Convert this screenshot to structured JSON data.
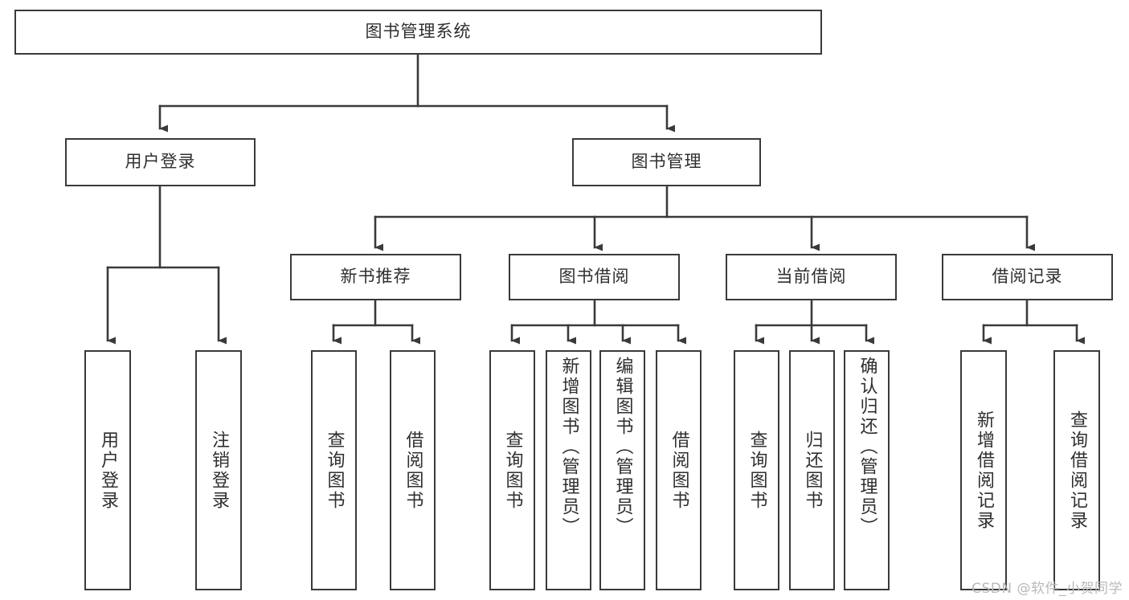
{
  "diagram": {
    "title": "图书管理系统",
    "type": "tree",
    "stroke_color": "#3a3a3a",
    "text_color": "#2f2f2f",
    "background_color": "#ffffff",
    "watermark": "CSDN @软件_小贺同学",
    "nodes": {
      "root": {
        "label": "图书管理系统"
      },
      "level2": [
        {
          "label": "用户登录"
        },
        {
          "label": "图书管理"
        }
      ],
      "level3": [
        {
          "label": "新书推荐"
        },
        {
          "label": "图书借阅"
        },
        {
          "label": "当前借阅"
        },
        {
          "label": "借阅记录"
        }
      ],
      "leaves_user_login": [
        {
          "label": "用户登录"
        },
        {
          "label": "注销登录"
        }
      ],
      "leaves_new_book": [
        {
          "label": "查询图书"
        },
        {
          "label": "借阅图书"
        }
      ],
      "leaves_borrow": [
        {
          "label": "查询图书"
        },
        {
          "label": "新增图书（管理员）"
        },
        {
          "label": "编辑图书（管理员）"
        },
        {
          "label": "借阅图书"
        }
      ],
      "leaves_current": [
        {
          "label": "查询图书"
        },
        {
          "label": "归还图书"
        },
        {
          "label": "确认归还（管理员）"
        }
      ],
      "leaves_record": [
        {
          "label": "新增借阅记录"
        },
        {
          "label": "查询借阅记录"
        }
      ]
    }
  }
}
